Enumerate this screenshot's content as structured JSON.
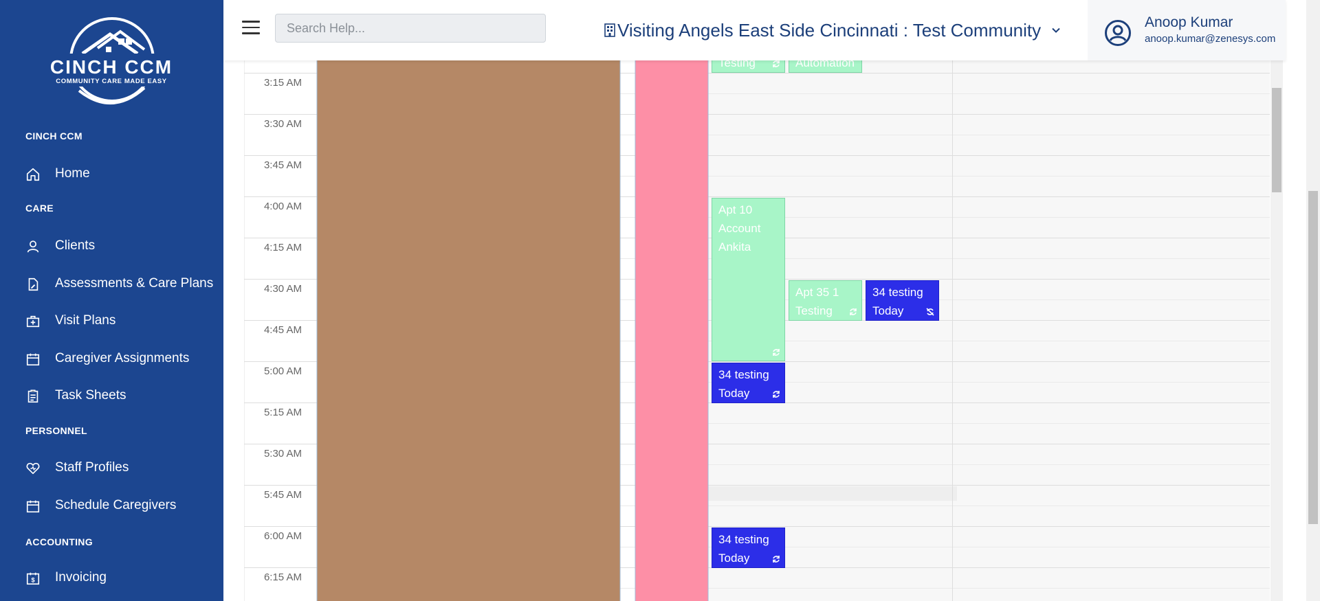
{
  "sidebar": {
    "logo": {
      "name": "CINCH CCM",
      "tagline": "COMMUNITY CARE MADE EASY"
    },
    "sections": [
      {
        "title": "CINCH CCM",
        "items": [
          {
            "label": "Home",
            "icon": "home-icon"
          }
        ]
      },
      {
        "title": "CARE",
        "items": [
          {
            "label": "Clients",
            "icon": "user-icon"
          },
          {
            "label": "Assessments & Care Plans",
            "icon": "document-edit-icon"
          },
          {
            "label": "Visit Plans",
            "icon": "medkit-icon"
          },
          {
            "label": "Caregiver Assignments",
            "icon": "calendar-icon"
          },
          {
            "label": "Task Sheets",
            "icon": "clipboard-icon"
          }
        ]
      },
      {
        "title": "PERSONNEL",
        "items": [
          {
            "label": "Staff Profiles",
            "icon": "heart-icon"
          },
          {
            "label": "Schedule Caregivers",
            "icon": "calendar-icon"
          }
        ]
      },
      {
        "title": "ACCOUNTING",
        "items": [
          {
            "label": "Invoicing",
            "icon": "invoice-calendar-icon"
          }
        ]
      }
    ]
  },
  "header": {
    "search": {
      "placeholder": "Search Help...",
      "value": ""
    },
    "community": "Visiting Angels East Side Cincinnati : Test Community",
    "user": {
      "name": "Anoop Kumar",
      "email": "anoop.kumar@zenesys.com"
    }
  },
  "calendar": {
    "times": [
      "3:15 AM",
      "3:30 AM",
      "3:45 AM",
      "4:00 AM",
      "4:15 AM",
      "4:30 AM",
      "4:45 AM",
      "5:00 AM",
      "5:15 AM",
      "5:30 AM",
      "5:45 AM",
      "6:00 AM",
      "6:15 AM"
    ],
    "events": [
      {
        "lines": [
          "Testing"
        ],
        "color": "green"
      },
      {
        "lines": [
          "Automation"
        ],
        "color": "green"
      },
      {
        "lines": [
          "Apt 10",
          "Account",
          "Ankita"
        ],
        "color": "green"
      },
      {
        "lines": [
          "Apt 35 1",
          "Testing"
        ],
        "color": "green"
      },
      {
        "lines": [
          "34 testing",
          "Today"
        ],
        "color": "blue"
      },
      {
        "lines": [
          "34 testing",
          "Today"
        ],
        "color": "blue"
      },
      {
        "lines": [
          "34 testing",
          "Today"
        ],
        "color": "blue"
      }
    ]
  },
  "colors": {
    "sidebar": "#1c4690",
    "brown_column": "#b58866",
    "pink_column": "#fd8fa6",
    "event_green": "#a8f5c8",
    "event_blue": "#2c2ee8"
  }
}
